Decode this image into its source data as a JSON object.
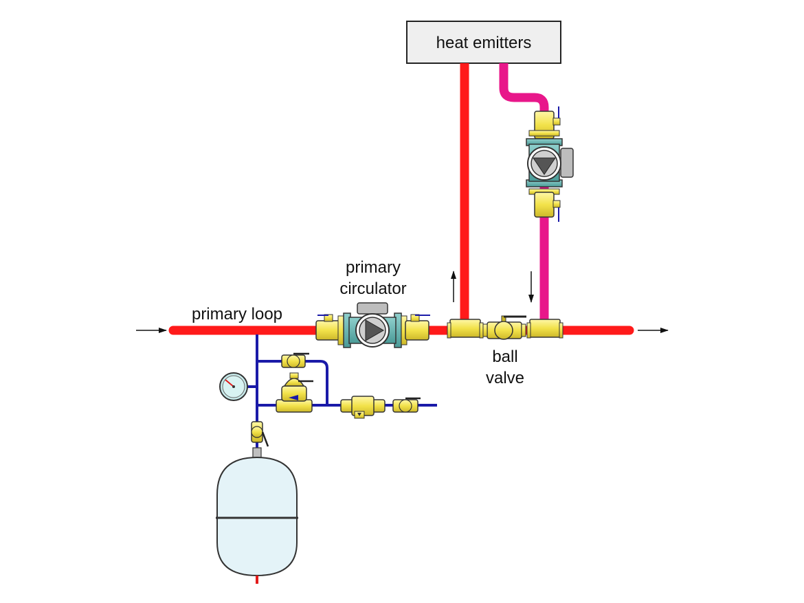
{
  "labels": {
    "heat_emitters": "heat emitters",
    "primary_circulator_line1": "primary",
    "primary_circulator_line2": "circulator",
    "primary_loop": "primary loop",
    "ball_valve_line1": "ball",
    "ball_valve_line2": "valve"
  },
  "colors": {
    "supply_pipe": "#ff1a1a",
    "return_pipe": "#e8178a",
    "cold_water_pipe": "#1a1aa8",
    "brass": "#f2e24a",
    "pump_body": "#5fb3b0",
    "tank_fill": "#e4f3f8"
  },
  "flow_arrows": [
    "inlet-arrow",
    "outlet-arrow",
    "emitter-supply-arrow",
    "emitter-return-arrow"
  ]
}
